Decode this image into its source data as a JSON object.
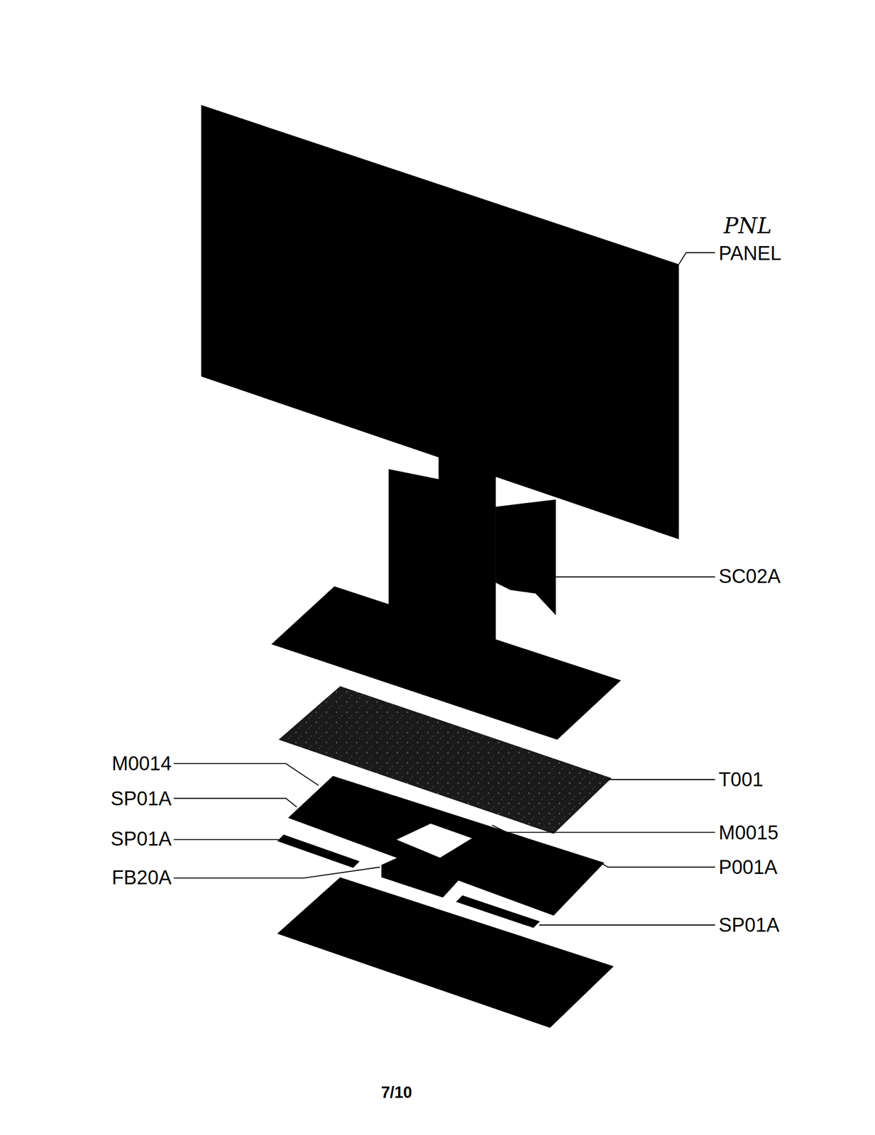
{
  "diagram": {
    "labels": [
      "PNL",
      "PANEL",
      "SC02A",
      "M0014",
      "T001",
      "SP01A",
      "M0015",
      "SP01A",
      "P001A",
      "FB20A",
      "SP01A",
      "7/10"
    ]
  }
}
